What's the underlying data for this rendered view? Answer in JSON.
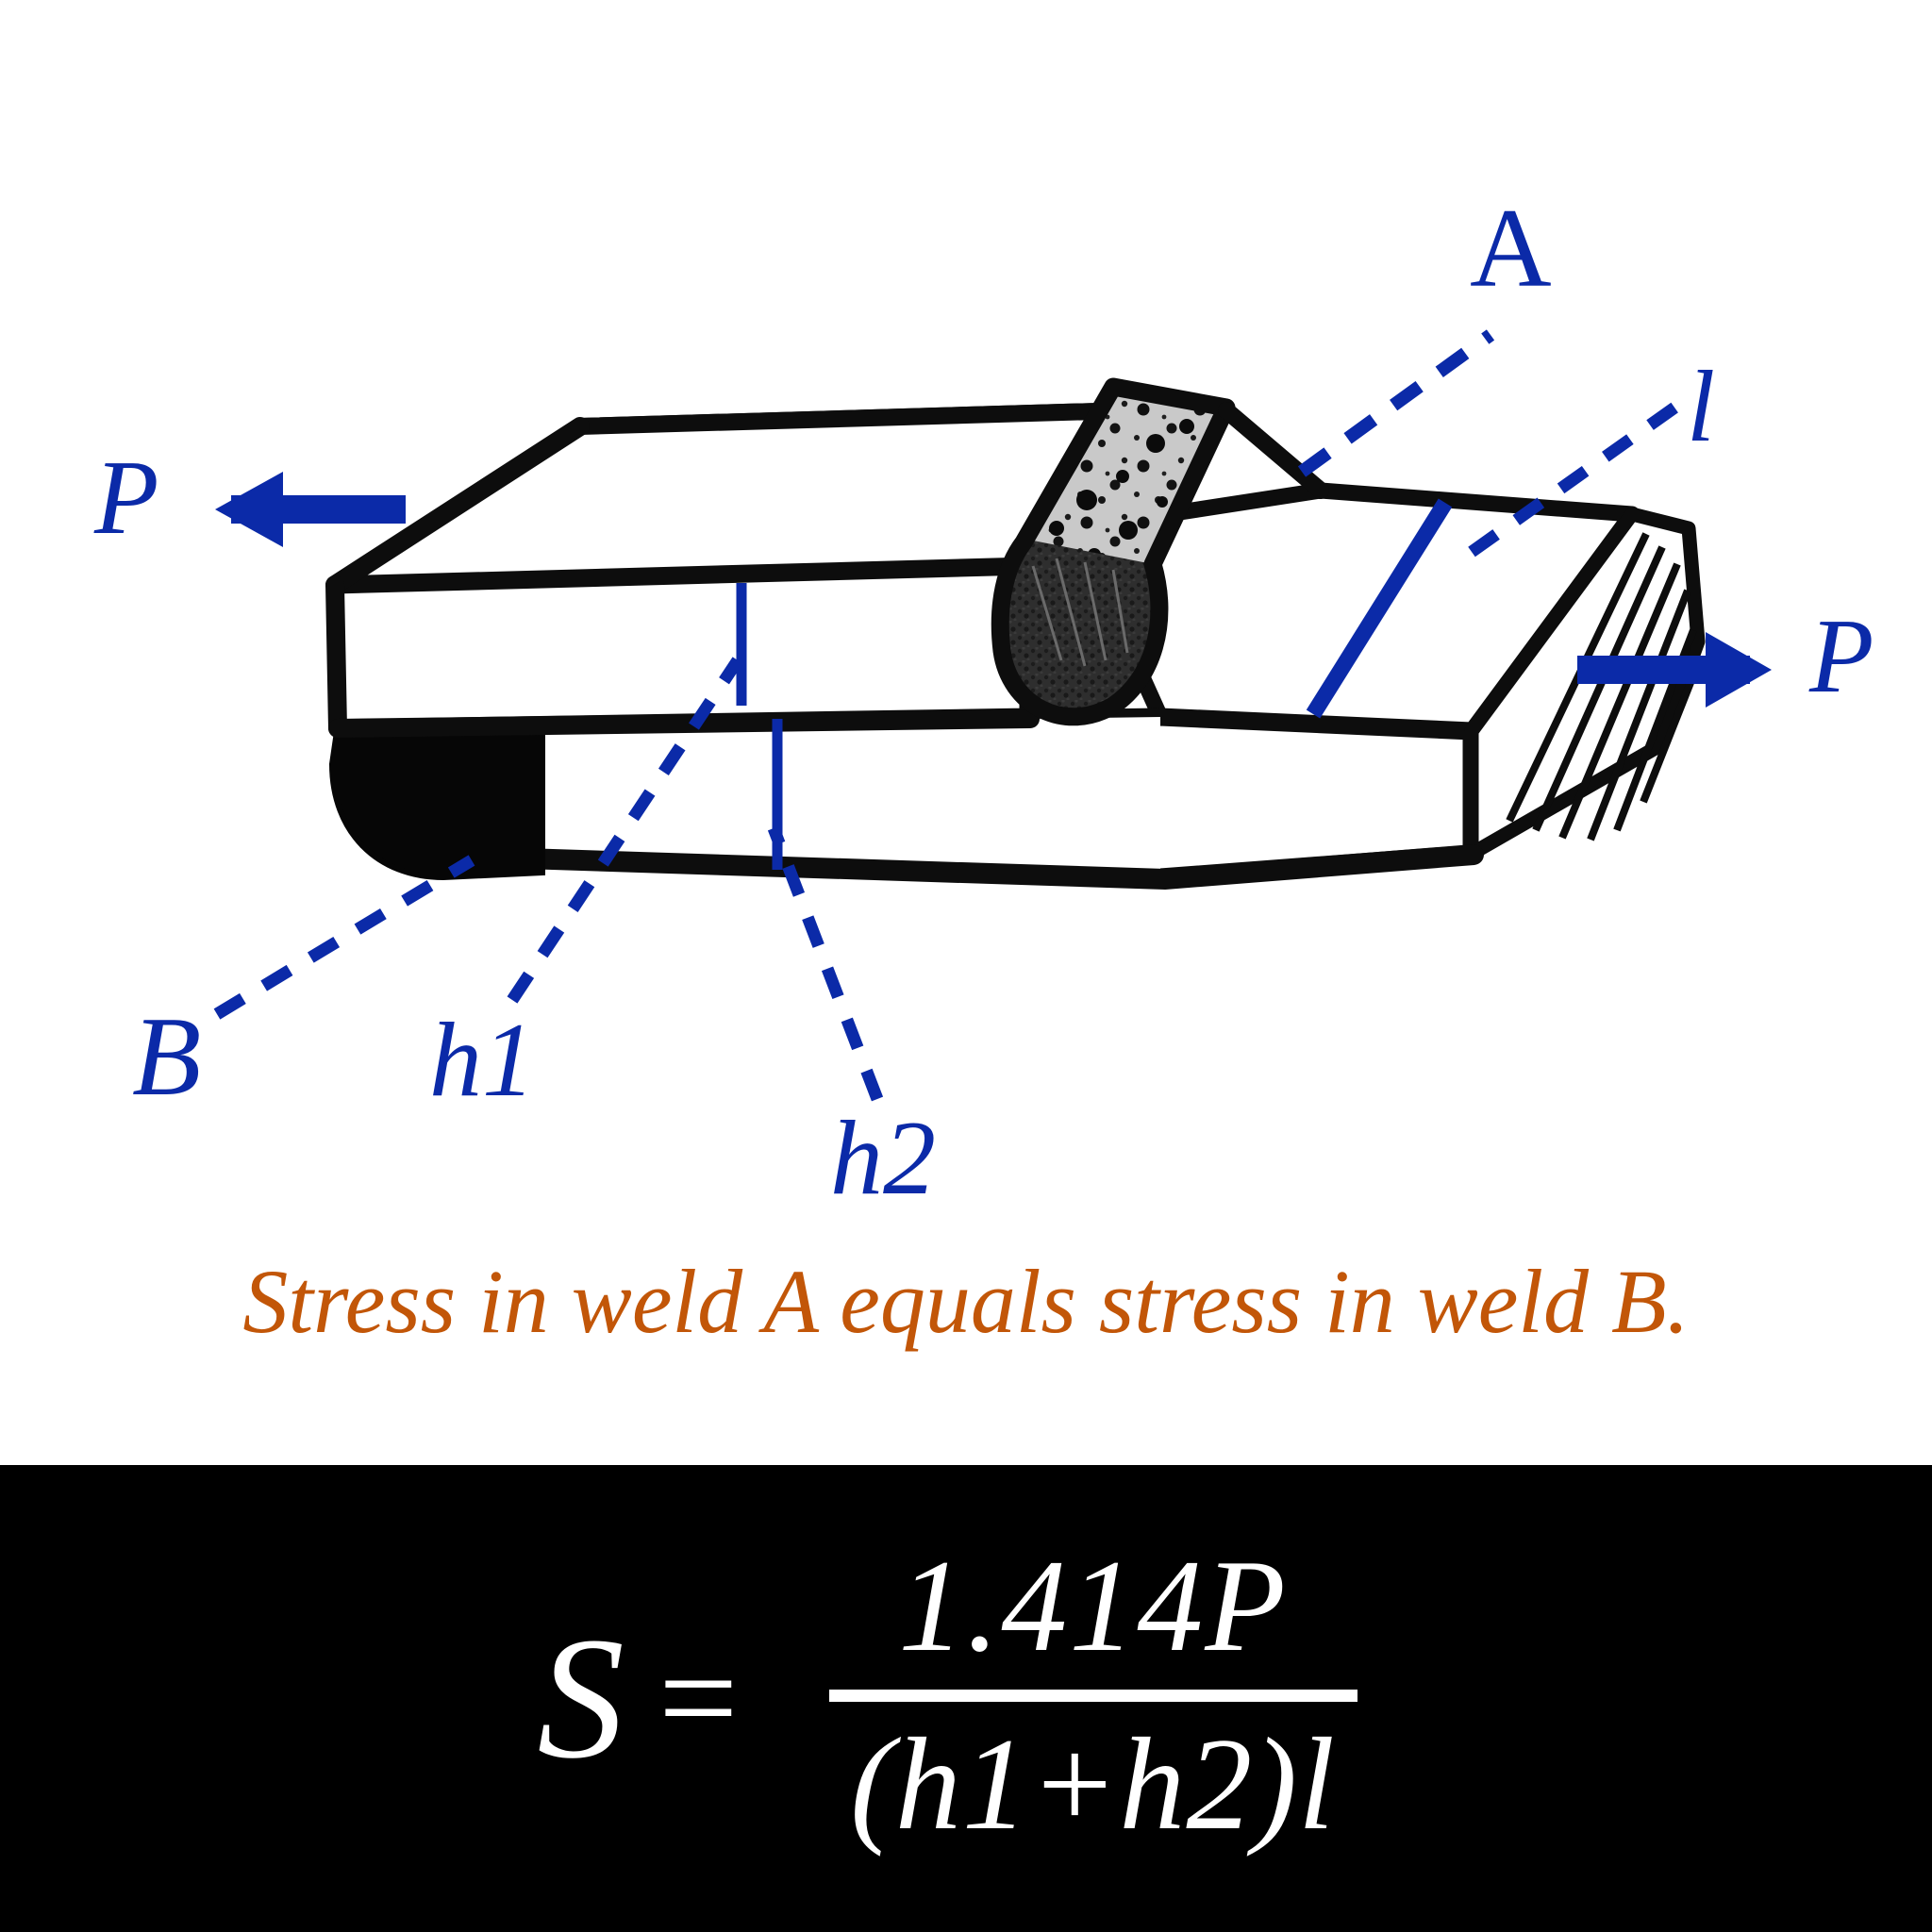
{
  "figure": {
    "type": "engineering-diagram",
    "subject": "double fillet lap weld joint in tension",
    "background_color": "#ffffff",
    "ink_color": "#000000",
    "annotation_color": "#0b2aa8",
    "caption_color": "#c25608",
    "band_color": "#000000",
    "band_text_color": "#ffffff"
  },
  "labels": {
    "force_left": "P",
    "force_right": "P",
    "weld_a": "A",
    "weld_b": "B",
    "length": "l",
    "leg_h1": "h1",
    "leg_h2": "h2"
  },
  "caption": {
    "text": "Stress in weld A equals stress in weld B."
  },
  "formula": {
    "lhs": "S",
    "equals": "=",
    "numerator": "1.414P",
    "denominator": "(h1+h2)l",
    "plain": "S = 1.414P / (h1+h2)l"
  },
  "parts": {
    "top_plate": "top-plate",
    "bottom_plate": "bottom-plate",
    "weld_bead_a": "weld-bead-a",
    "weld_bead_b": "weld-bead-b",
    "hatched_end_face": "hatched-end-face"
  }
}
